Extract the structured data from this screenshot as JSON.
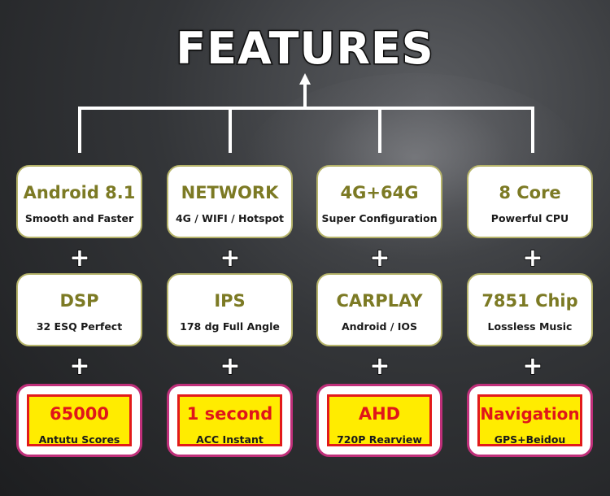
{
  "title": "FEATURES",
  "row1": [
    {
      "title": "Android 8.1",
      "sub": "Smooth and Faster"
    },
    {
      "title": "NETWORK",
      "sub": "4G / WIFI /  Hotspot"
    },
    {
      "title": "4G+64G",
      "sub": "Super Configuration"
    },
    {
      "title": "8 Core",
      "sub": "Powerful CPU"
    }
  ],
  "row2": [
    {
      "title": "DSP",
      "sub": "32 ESQ Perfect"
    },
    {
      "title": "IPS",
      "sub": "178 dg Full Angle"
    },
    {
      "title": "CARPLAY",
      "sub": "Android / IOS"
    },
    {
      "title": "7851 Chip",
      "sub": "Lossless Music"
    }
  ],
  "row3": [
    {
      "title": "65000",
      "sub": "Antutu Scores"
    },
    {
      "title": "1 second",
      "sub": "ACC Instant"
    },
    {
      "title": "AHD",
      "sub": "720P Rearview"
    },
    {
      "title": "Navigation",
      "sub": "GPS+Beidou"
    }
  ],
  "plus_symbol": "+",
  "colors": {
    "heading": "#7c7a24",
    "highlight_fill": "#ffec00",
    "highlight_text": "#e0161a",
    "highlight_border": "#c0307a"
  }
}
